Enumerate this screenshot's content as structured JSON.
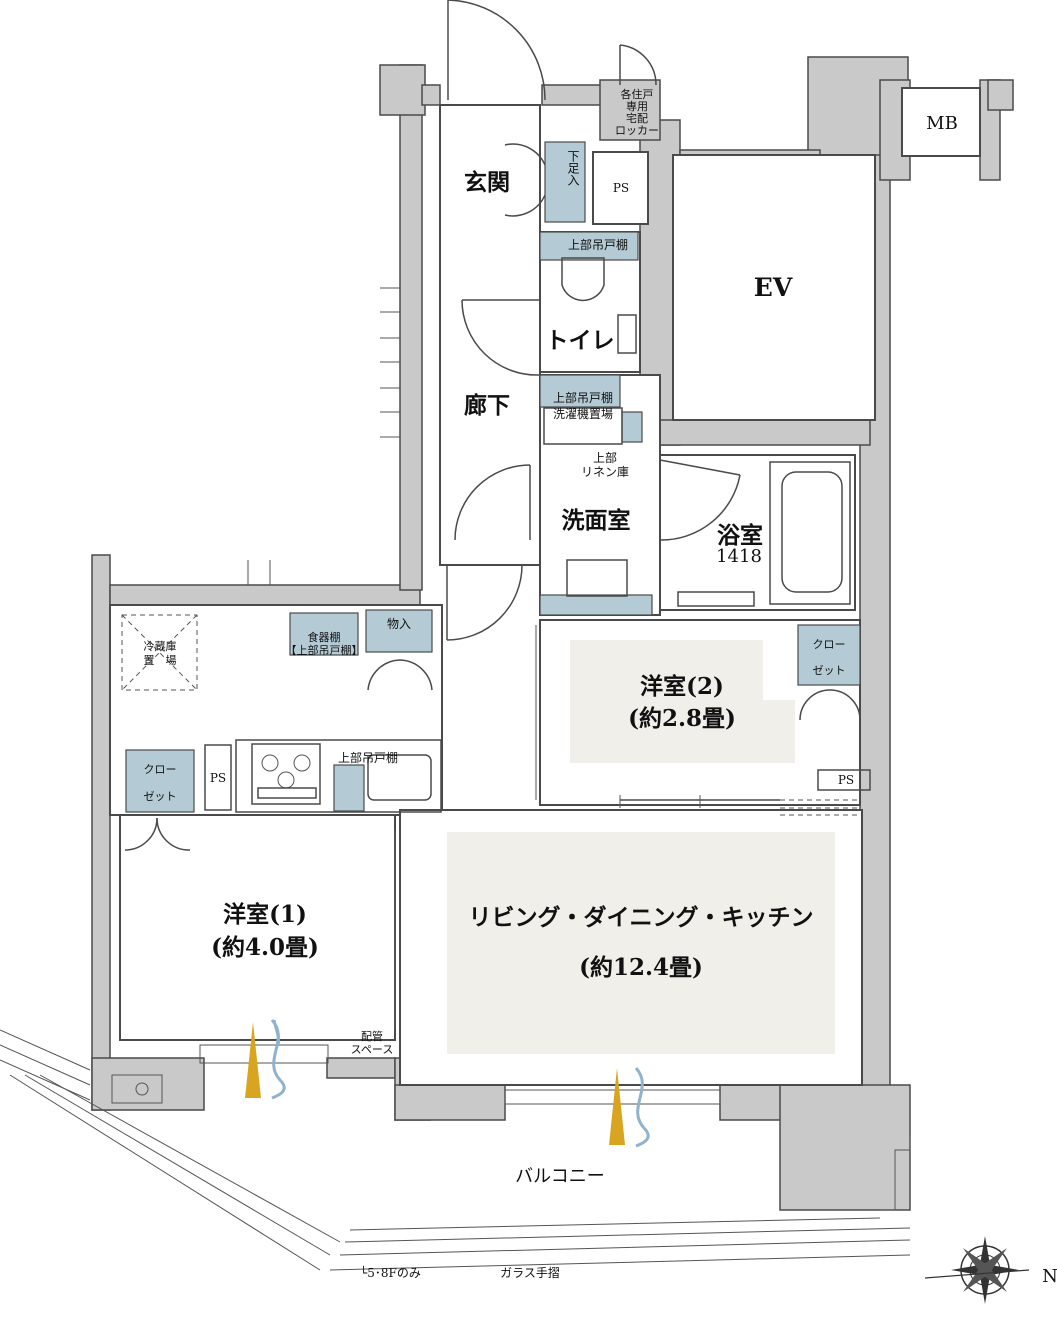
{
  "rooms": {
    "entrance": "玄関",
    "toilet": "トイレ",
    "corridor": "廊下",
    "washroom": "洗面室",
    "bathroom": "浴室",
    "bath_size": "1418",
    "room2_name": "洋室(2)",
    "room2_size": "(約2.8畳)",
    "room1_name": "洋室(1)",
    "room1_size": "(約4.0畳)",
    "ldk_name": "リビング・ダイニング・キッチン",
    "ldk_size": "(約12.4畳)",
    "balcony": "バルコニー",
    "ev": "EV",
    "mb": "MB"
  },
  "fixtures": {
    "shoe_box": "下足入",
    "ps": "PS",
    "locker": [
      "各住戸",
      "専用",
      "宅配",
      "ロッカー"
    ],
    "toilet_upper_cabinet": "上部吊戸棚",
    "laundry_upper_cabinet": "上部吊戸棚",
    "washer_space": "洗濯機置場",
    "linen_top": "上部",
    "linen": "リネン庫",
    "fridge_top": "冷蔵庫",
    "fridge_bottom": "置　場",
    "pantry": "食器棚",
    "pantry_upper": "【上部吊戸棚】",
    "storage": "物入",
    "closet_top": "クロー",
    "closet_bottom": "ゼット",
    "kitchen_upper_cabinet": "上部吊戸棚",
    "piping_top": "配管",
    "piping_bottom": "スペース"
  },
  "notes": {
    "floors_only": "└5･8Fのみ",
    "glass_rail": "ガラス手摺"
  },
  "compass": {
    "north": "N"
  },
  "colors": {
    "wall": "#c9c9c9",
    "storage": "#b4cbd5",
    "room_fill": "#f1efe9",
    "wind_gold": "#d9a520",
    "wind_blue": "#8fb3cc"
  }
}
